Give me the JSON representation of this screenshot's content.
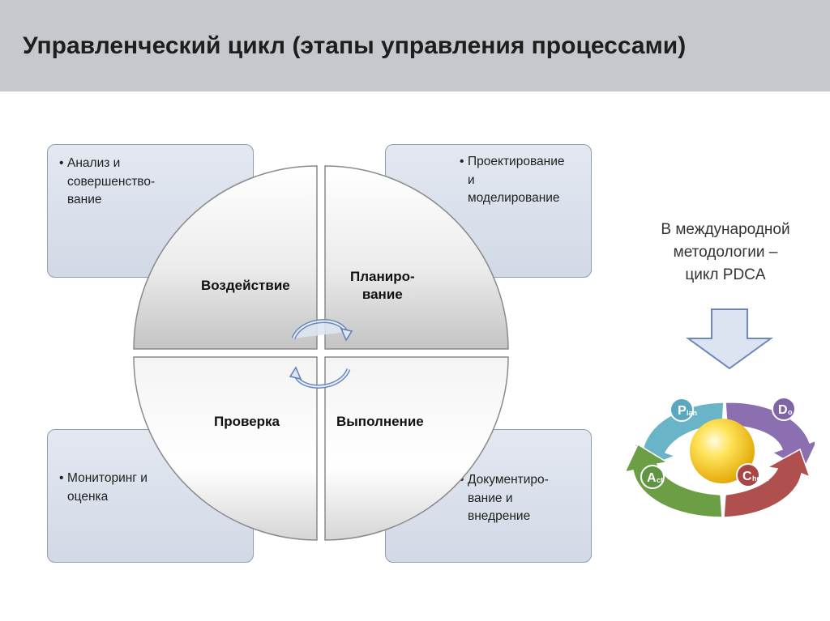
{
  "slide": {
    "title": "Управленческий цикл (этапы управления процессами)"
  },
  "boxes": {
    "top_left": {
      "lines": [
        "Анализ и",
        "совершенство-",
        "вание"
      ]
    },
    "top_right": {
      "lines": [
        "Проектирование",
        "и",
        "моделирование"
      ]
    },
    "bottom_left": {
      "lines": [
        "Мониторинг и",
        "оценка"
      ]
    },
    "bottom_right": {
      "lines": [
        "Документиро-",
        "вание и",
        "внедрение"
      ]
    }
  },
  "bullet_glyph": "•",
  "cycle": {
    "quadrants": {
      "top_left": "Воздействие",
      "top_right": [
        "Планиро-",
        "вание"
      ],
      "bottom_left": "Проверка",
      "bottom_right": "Выполнение"
    },
    "arrow_icon": "circular-arrows-icon"
  },
  "side_note": {
    "lines": [
      "В международной",
      "методологии –",
      "цикл PDCA"
    ],
    "arrow_icon": "down-arrow-icon"
  },
  "pdca": {
    "plan": {
      "letter": "P",
      "suffix": "lan"
    },
    "do": {
      "letter": "D",
      "suffix": "o"
    },
    "check": {
      "letter": "C",
      "suffix": "heck"
    },
    "act": {
      "letter": "A",
      "suffix": "ct"
    }
  },
  "colors": {
    "header_bg": "#c5c9ce",
    "box_fill": "#dce2ed",
    "box_border": "#8f9db6",
    "arrow_outline": "#5b7fb5",
    "pdca_plan": "#6ab4c8",
    "pdca_do": "#8c6fb0",
    "pdca_check": "#b0504e",
    "pdca_act": "#6c9f45",
    "pdca_ball": "#f2c21a"
  }
}
